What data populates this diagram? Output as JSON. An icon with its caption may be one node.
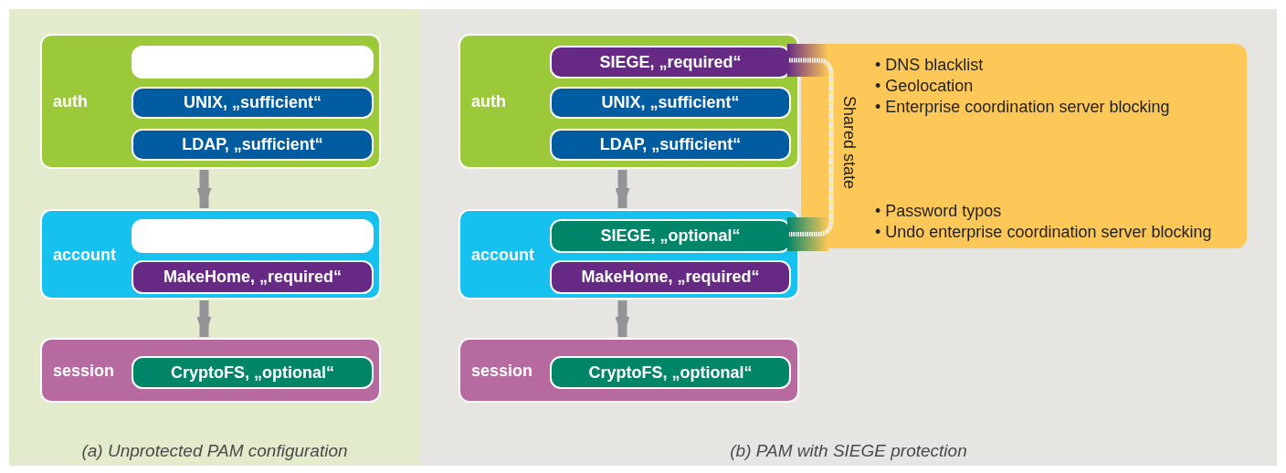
{
  "diagram": {
    "nodes": [
      {
        "text": [
          "(a) Unprotected PAM configuration"
        ]
      },
      {
        "text": [
          "auth"
        ],
        "in": 0
      },
      {
        "text": [],
        "shape": "box",
        "in": 1
      },
      {
        "text": [
          "UNIX, „sufficient“"
        ],
        "in": 1
      },
      {
        "text": [
          "LDAP, „sufficient“"
        ],
        "in": 1
      },
      {
        "text": [
          "account"
        ],
        "in": 0
      },
      {
        "text": [],
        "shape": "box",
        "in": 5
      },
      {
        "text": [
          "MakeHome, „required“"
        ],
        "in": 5
      },
      {
        "text": [
          "session"
        ],
        "in": 0
      },
      {
        "text": [
          "CryptoFS, „optional“"
        ],
        "in": 8
      },
      {
        "text": [
          "(b) PAM with SIEGE protection"
        ]
      },
      {
        "text": [
          "auth"
        ],
        "in": 10
      },
      {
        "text": [
          "SIEGE, „required“"
        ],
        "in": 11
      },
      {
        "text": [
          "UNIX, „sufficient“"
        ],
        "in": 11
      },
      {
        "text": [
          "LDAP, „sufficient“"
        ],
        "in": 11
      },
      {
        "text": [
          "account"
        ],
        "in": 10
      },
      {
        "text": [
          "SIEGE, „optional“"
        ],
        "in": 15
      },
      {
        "text": [
          "MakeHome, „required“"
        ],
        "in": 15
      },
      {
        "text": [
          "session"
        ],
        "in": 10
      },
      {
        "text": [
          "CryptoFS, „optional“"
        ],
        "in": 18
      },
      {
        "text": [
          "• DNS blacklist",
          "• Geolocation",
          "• Enterprise coordination server blocking",
          "• Password typos",
          "• Undo enterprise coordination server blocking"
        ],
        "in": 10
      }
    ],
    "edges": [
      {
        "from": 1,
        "to": 5,
        "arrow": "to"
      },
      {
        "from": 5,
        "to": 8,
        "arrow": "to"
      },
      {
        "from": 11,
        "to": 15,
        "arrow": "to"
      },
      {
        "from": 15,
        "to": 18,
        "arrow": "to"
      },
      {
        "from": 12,
        "to": 16,
        "arrow": "none",
        "label": "Shared state",
        "style": "dashed",
        "color": "#ffffff"
      }
    ]
  }
}
